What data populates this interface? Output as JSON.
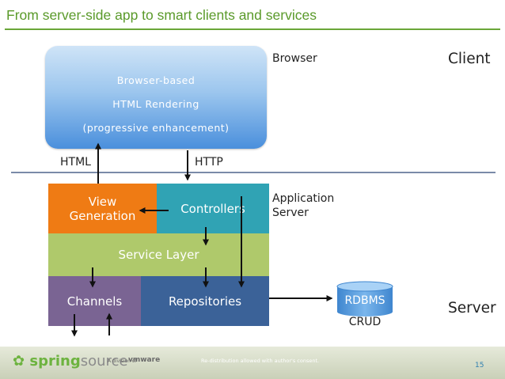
{
  "header": {
    "title": "From server-side app to smart clients and services"
  },
  "browser_box": {
    "line1": "Browser-based",
    "line2": "HTML Rendering",
    "line3": "(progressive  enhancement)"
  },
  "labels": {
    "browser": "Browser",
    "client": "Client",
    "application_server_line1": "Application",
    "application_server_line2": "Server",
    "server": "Server",
    "html": "HTML",
    "http": "HTTP"
  },
  "layers": {
    "view_generation_line1": "View",
    "view_generation_line2": "Generation",
    "controllers": "Controllers",
    "service_layer": "Service Layer",
    "channels": "Channels",
    "repositories": "Repositories"
  },
  "database": {
    "name": "RDBMS",
    "note": "CRUD"
  },
  "colors": {
    "title": "#5a9a2a",
    "view_generation": "#ef7b14",
    "controllers": "#30a3b4",
    "service_layer": "#afc96b",
    "channels": "#7a6493",
    "repositories": "#3b6298",
    "rdbms": "#4e93d6"
  },
  "footer": {
    "logo_spring": "spring",
    "logo_source": "source",
    "division": "A division of",
    "vmware": "vmware",
    "notice": "Re-distribution allowed with author's consent.",
    "page_number": "15"
  }
}
